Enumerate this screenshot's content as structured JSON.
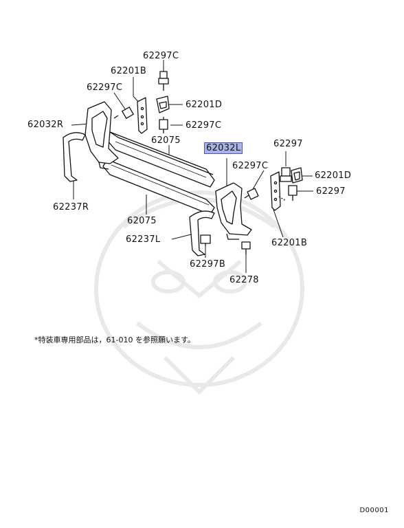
{
  "diagram": {
    "callouts": {
      "p62297c_top": "62297C",
      "p62201b_top": "62201B",
      "p62297c_left": "62297C",
      "p62201d_mid": "62201D",
      "p62032r": "62032R",
      "p62297c_mid": "62297C",
      "p62075_top": "62075",
      "p62032l": "62032L",
      "p62297": "62297",
      "p62297c_right": "62297C",
      "p62201d_right": "62201D",
      "p62297_right": "62297",
      "p62237r": "62237R",
      "p62075_bottom": "62075",
      "p62237l": "62237L",
      "p62201b_right": "62201B",
      "p62297b": "62297B",
      "p62278": "62278"
    },
    "highlighted_part": "62032L",
    "highlight_color": "#a9b4e6",
    "note": "*特装車専用部品は，61-010 を参照願います。",
    "footer_code": "D00001"
  }
}
